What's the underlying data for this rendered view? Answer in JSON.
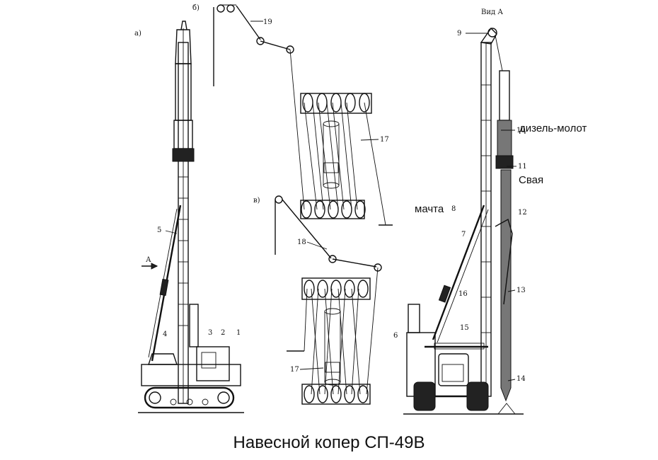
{
  "views": {
    "a": "а)",
    "b": "б)",
    "v": "в)",
    "vid": "Вид А",
    "arrow_a": "А"
  },
  "numbers": {
    "n1": "1",
    "n2": "2",
    "n3": "3",
    "n4": "4",
    "n5": "5",
    "n6": "6",
    "n7": "7",
    "n8": "8",
    "n9": "9",
    "n10": "10",
    "n11": "11",
    "n12": "12",
    "n13": "13",
    "n14": "14",
    "n15": "15",
    "n16": "16",
    "n17a": "17",
    "n17b": "17",
    "n18": "18",
    "n19": "19"
  },
  "labels": {
    "hammer": "дизель-молот",
    "pile": "Свая",
    "mast": "мачта"
  },
  "caption": "Навесной копер СП-49В"
}
